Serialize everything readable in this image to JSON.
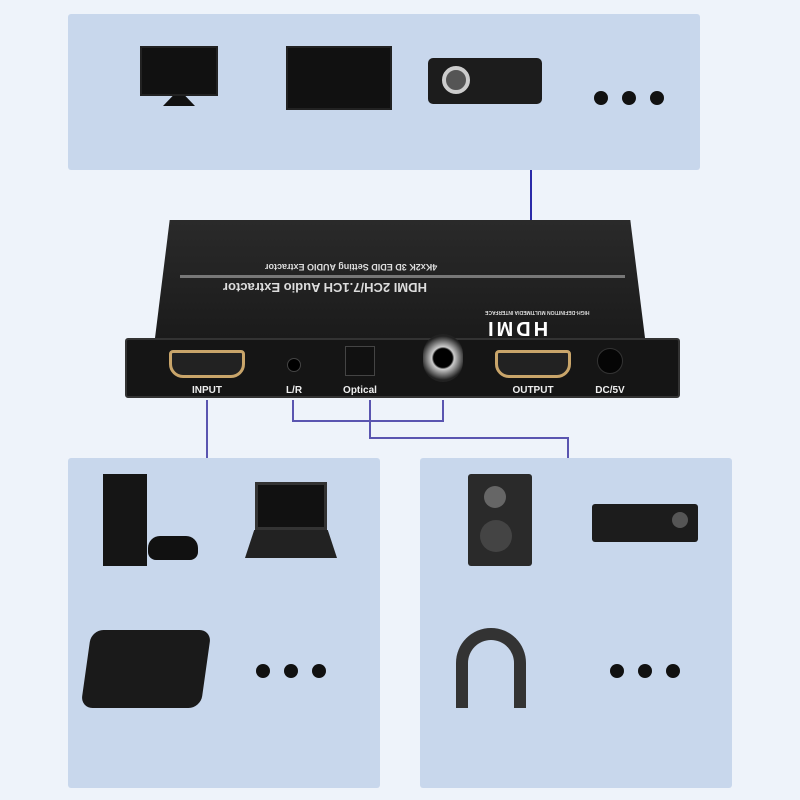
{
  "device": {
    "title": "HDMI 2CH/7.1CH Audio Extractor",
    "subtitle": "4Kx2K 3D EDID Setting AUDIO Extractor",
    "logo": "HDMI",
    "logo_tagline": "HIGH-DEFINITION MULTIMEDIA INTERFACE",
    "ports": {
      "input": "INPUT",
      "lr": "L/R",
      "optical": "Optical",
      "output": "OUTPUT",
      "dc": "DC/5V"
    }
  },
  "colors": {
    "panel": "#c8d7ec",
    "line": "#5a55b0",
    "output_line": "#2a2aa8"
  },
  "panels": {
    "displays": [
      "tv-icon",
      "monitor-icon",
      "projector-icon",
      "more-icon"
    ],
    "sources": [
      "game-console-icon",
      "laptop-icon",
      "tv-box-icon",
      "more-icon"
    ],
    "audio": [
      "speaker-icon",
      "av-receiver-icon",
      "headphones-icon",
      "more-icon"
    ]
  }
}
